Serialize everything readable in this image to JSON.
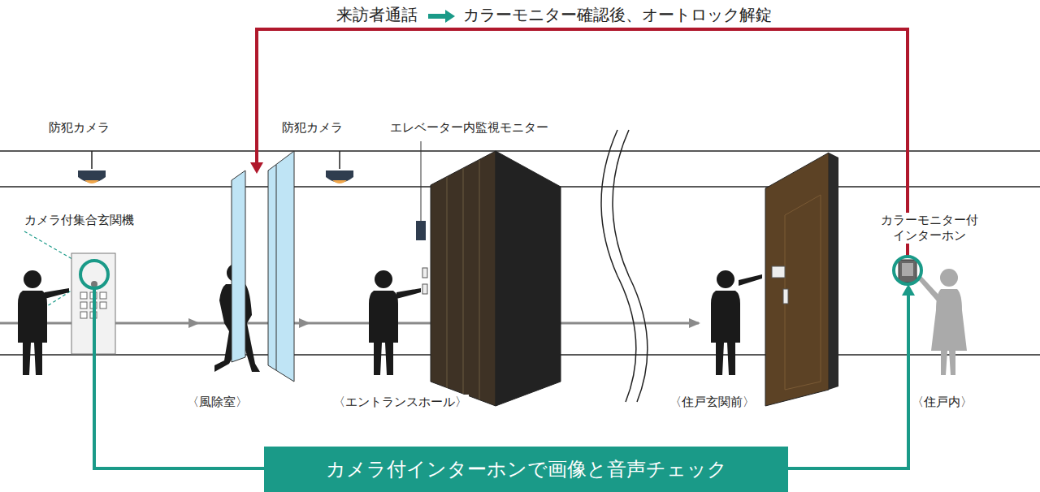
{
  "diagram": {
    "nodes": [
      {
        "text": [
          "カメラ付インターホンで画像と音声チェック"
        ]
      }
    ],
    "labels": [
      "来訪者通話",
      "カラーモニター確認後、オートロック解錠",
      "防犯カメラ",
      "防犯カメラ",
      "エレベーター内監視モニター",
      "カメラ付集合玄関機",
      "カラーモニター付 インターホン",
      "〈風除室〉",
      "〈エントランスホール〉",
      "〈住戸玄関前〉",
      "〈住戸内〉"
    ]
  }
}
